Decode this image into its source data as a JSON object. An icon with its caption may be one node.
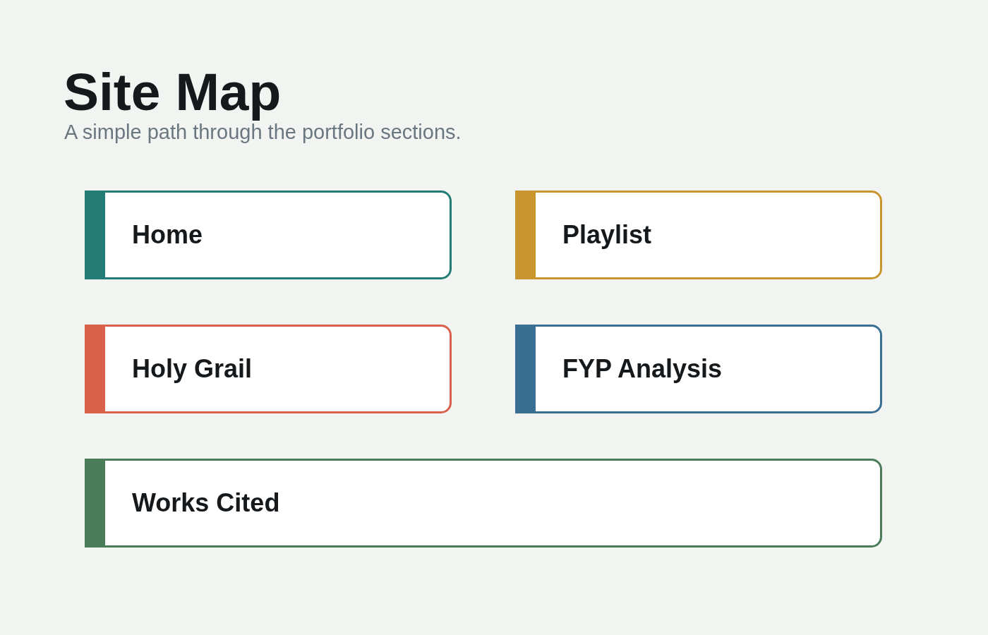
{
  "diagram": {
    "title": "Site Map",
    "caption": "A simple path through the portfolio sections.",
    "nodes": [
      {
        "text": [
          "Home"
        ]
      },
      {
        "text": [
          "Playlist"
        ]
      },
      {
        "text": [
          "Holy Grail"
        ]
      },
      {
        "text": [
          "FYP Analysis"
        ]
      },
      {
        "text": [
          "Works Cited"
        ]
      }
    ]
  }
}
